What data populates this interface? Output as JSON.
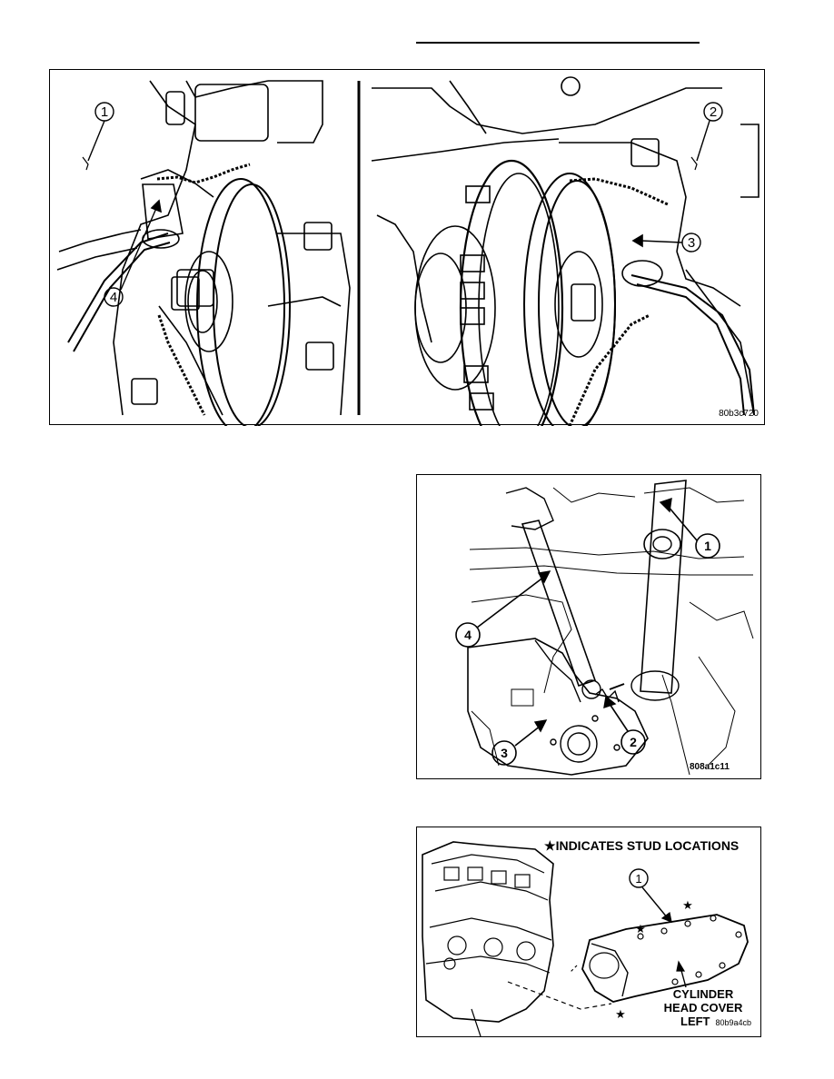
{
  "figure1": {
    "code": "80b3c720",
    "callouts": [
      "1",
      "2",
      "3",
      "4"
    ]
  },
  "figure2": {
    "code": "808a1c11",
    "callouts": [
      "1",
      "2",
      "3",
      "4"
    ]
  },
  "figure3": {
    "code": "80b9a4cb",
    "callouts": [
      "1"
    ],
    "legend_star": "★",
    "legend_text": "INDICATES STUD LOCATIONS",
    "label_line1": "CYLINDER",
    "label_line2": "HEAD COVER",
    "label_line3": "LEFT"
  }
}
